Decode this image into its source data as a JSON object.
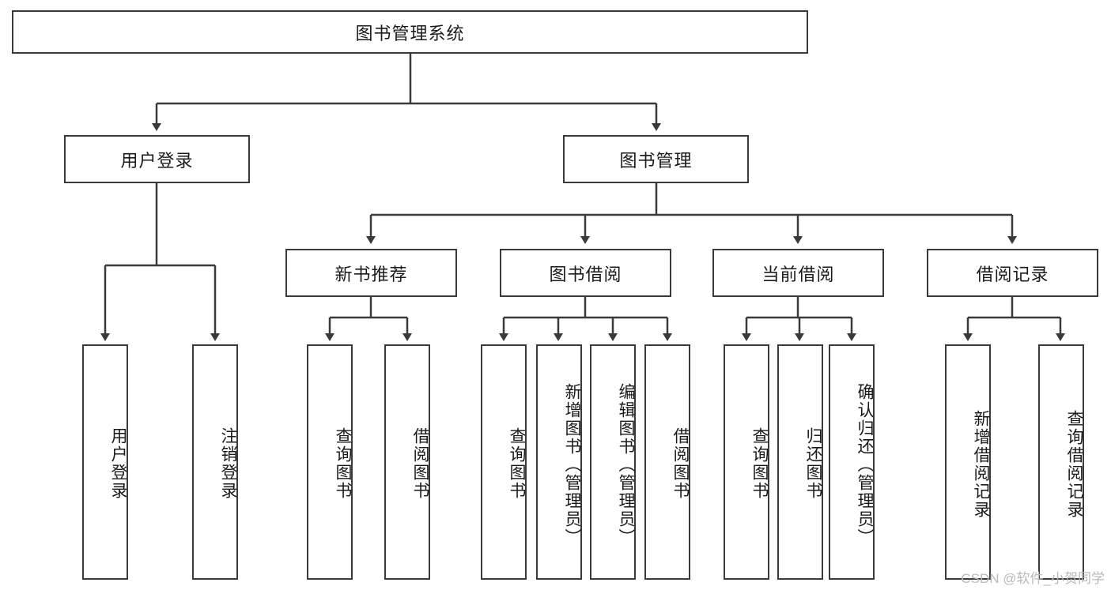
{
  "diagram": {
    "type": "tree-hierarchy",
    "title": "图书管理系统",
    "root": {
      "id": "root",
      "label": "图书管理系统"
    },
    "level2": [
      {
        "id": "user-login",
        "label": "用户登录"
      },
      {
        "id": "book-manage",
        "label": "图书管理"
      }
    ],
    "level3": [
      {
        "id": "new-book-recommend",
        "label": "新书推荐",
        "parent": "book-manage"
      },
      {
        "id": "book-borrow",
        "label": "图书借阅",
        "parent": "book-manage"
      },
      {
        "id": "current-borrow",
        "label": "当前借阅",
        "parent": "book-manage"
      },
      {
        "id": "borrow-record",
        "label": "借阅记录",
        "parent": "book-manage"
      }
    ],
    "leaves": {
      "user-login": [
        {
          "id": "leaf-user-login",
          "label": "用户登录"
        },
        {
          "id": "leaf-user-logout",
          "label": "注销登录"
        }
      ],
      "new-book-recommend": [
        {
          "id": "leaf-query-book-1",
          "label": "查询图书"
        },
        {
          "id": "leaf-borrow-book-1",
          "label": "借阅图书"
        }
      ],
      "book-borrow": [
        {
          "id": "leaf-query-book-2",
          "label": "查询图书"
        },
        {
          "id": "leaf-add-book",
          "label": "新增图书（管理员）"
        },
        {
          "id": "leaf-edit-book",
          "label": "编辑图书（管理员）"
        },
        {
          "id": "leaf-borrow-book-2",
          "label": "借阅图书"
        }
      ],
      "current-borrow": [
        {
          "id": "leaf-query-book-3",
          "label": "查询图书"
        },
        {
          "id": "leaf-return-book",
          "label": "归还图书"
        },
        {
          "id": "leaf-confirm-return",
          "label": "确认归还（管理员）"
        }
      ],
      "borrow-record": [
        {
          "id": "leaf-add-record",
          "label": "新增借阅记录"
        },
        {
          "id": "leaf-query-record",
          "label": "查询借阅记录"
        }
      ]
    },
    "colors": {
      "border": "#3a3a3a",
      "background": "#ffffff",
      "text": "#1a1a1a",
      "edge": "#3a3a3a",
      "watermark": "#b9b9b9"
    }
  },
  "watermark": {
    "text": "CSDN @软件_小贺同学"
  }
}
